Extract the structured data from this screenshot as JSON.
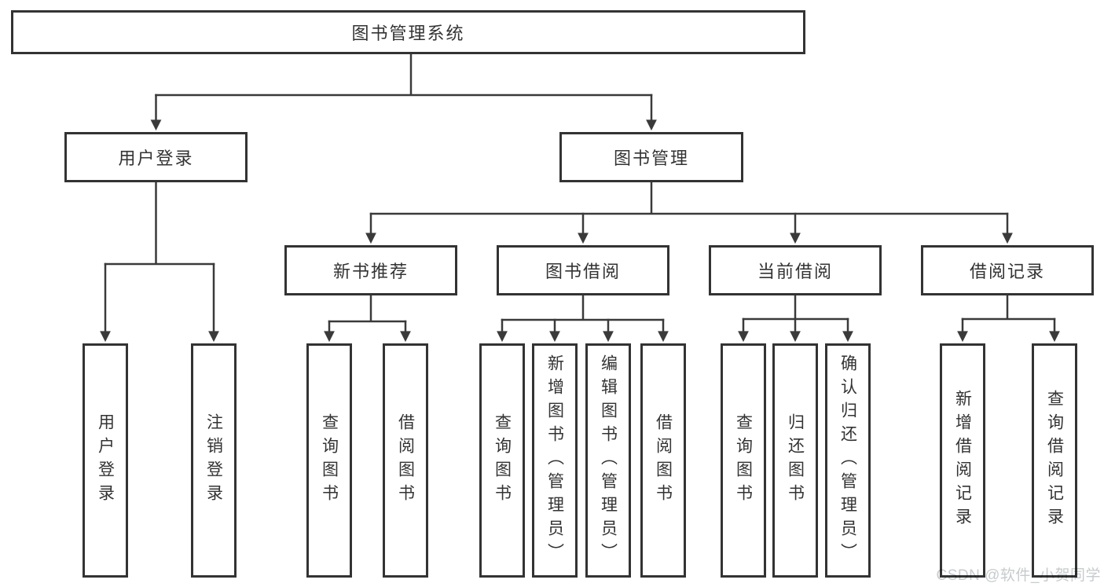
{
  "colors": {
    "line": "#3a3a3a",
    "box_border": "#333333",
    "text": "#333333",
    "watermark": "#c7cbcd",
    "background": "#ffffff"
  },
  "watermark": {
    "text": "CSDN @软件_小贺同学"
  },
  "tree": {
    "root": {
      "label": "图书管理系统",
      "children": [
        {
          "label": "用户登录",
          "children": [
            {
              "label": "用户登录"
            },
            {
              "label": "注销登录"
            }
          ]
        },
        {
          "label": "图书管理",
          "children": [
            {
              "label": "新书推荐",
              "children": [
                {
                  "label": "查询图书"
                },
                {
                  "label": "借阅图书"
                }
              ]
            },
            {
              "label": "图书借阅",
              "children": [
                {
                  "label": "查询图书"
                },
                {
                  "label": "新增图书（管理员）"
                },
                {
                  "label": "编辑图书（管理员）"
                },
                {
                  "label": "借阅图书"
                }
              ]
            },
            {
              "label": "当前借阅",
              "children": [
                {
                  "label": "查询图书"
                },
                {
                  "label": "归还图书"
                },
                {
                  "label": "确认归还（管理员）"
                }
              ]
            },
            {
              "label": "借阅记录",
              "children": [
                {
                  "label": "新增借阅记录"
                },
                {
                  "label": "查询借阅记录"
                }
              ]
            }
          ]
        }
      ]
    }
  }
}
